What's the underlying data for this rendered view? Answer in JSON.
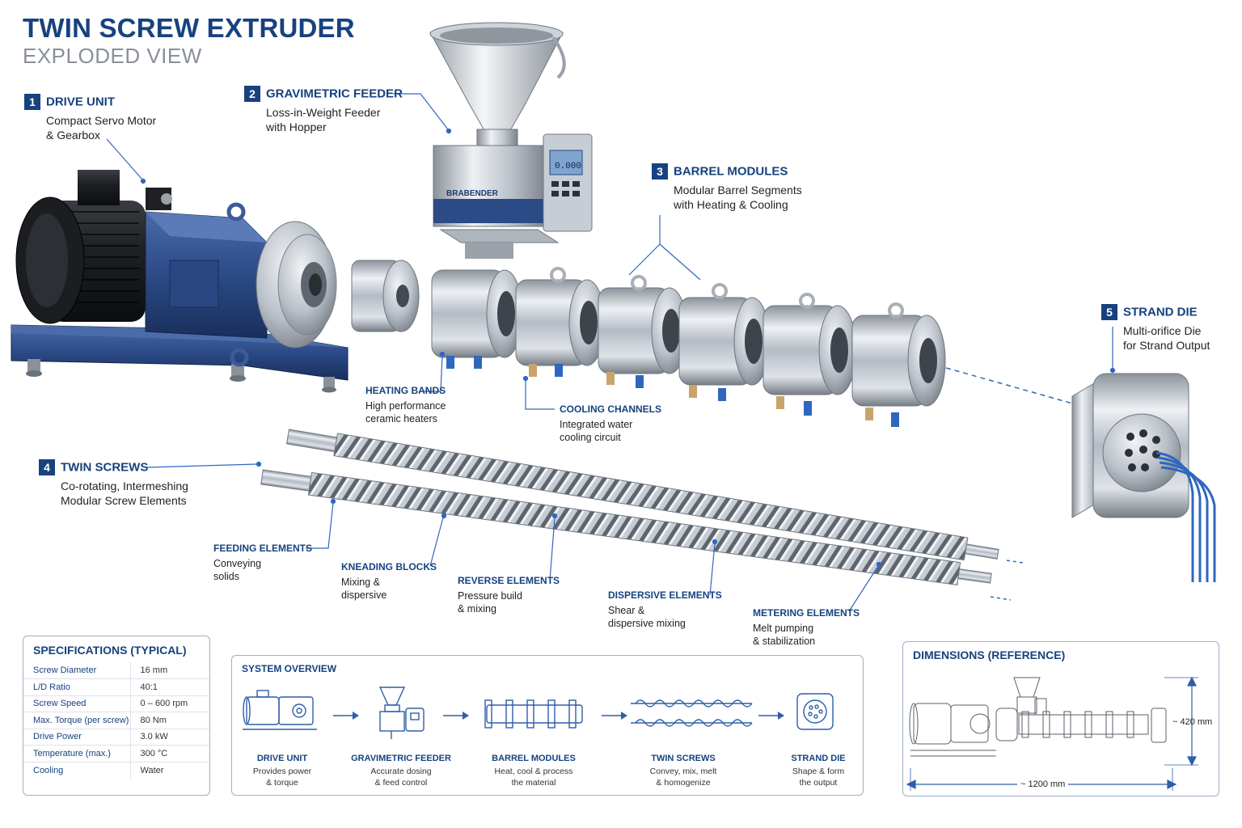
{
  "header": {
    "title": "TWIN SCREW EXTRUDER",
    "subtitle": "EXPLODED VIEW"
  },
  "callouts": [
    {
      "num": "1",
      "title": "DRIVE UNIT",
      "desc": "Compact Servo Motor\n& Gearbox"
    },
    {
      "num": "2",
      "title": "GRAVIMETRIC FEEDER",
      "desc": "Loss-in-Weight Feeder\nwith Hopper"
    },
    {
      "num": "3",
      "title": "BARREL MODULES",
      "desc": "Modular Barrel Segments\nwith Heating & Cooling"
    },
    {
      "num": "4",
      "title": "TWIN SCREWS",
      "desc": "Co-rotating, Intermeshing\nModular Screw Elements"
    },
    {
      "num": "5",
      "title": "STRAND DIE",
      "desc": "Multi-orifice Die\nfor Strand Output"
    }
  ],
  "feeder_display": {
    "brand": "BRABENDER",
    "reading": "0.000"
  },
  "barrel_tags": [
    {
      "title": "HEATING BANDS",
      "desc": "High performance\nceramic heaters"
    },
    {
      "title": "COOLING CHANNELS",
      "desc": "Integrated water\ncooling circuit"
    }
  ],
  "screw_elements": [
    {
      "title": "FEEDING ELEMENTS",
      "desc": "Conveying\nsolids"
    },
    {
      "title": "KNEADING BLOCKS",
      "desc": "Mixing &\ndispersive"
    },
    {
      "title": "REVERSE ELEMENTS",
      "desc": "Pressure build\n& mixing"
    },
    {
      "title": "DISPERSIVE ELEMENTS",
      "desc": "Shear &\ndispersive mixing"
    },
    {
      "title": "METERING ELEMENTS",
      "desc": "Melt pumping\n& stabilization"
    }
  ],
  "specifications": {
    "title": "SPECIFICATIONS (TYPICAL)",
    "rows": [
      {
        "label": "Screw Diameter",
        "value": "16 mm"
      },
      {
        "label": "L/D Ratio",
        "value": "40:1"
      },
      {
        "label": "Screw Speed",
        "value": "0 – 600 rpm"
      },
      {
        "label": "Max. Torque (per screw)",
        "value": "80 Nm"
      },
      {
        "label": "Drive Power",
        "value": "3.0 kW"
      },
      {
        "label": "Temperature (max.)",
        "value": "300 °C"
      },
      {
        "label": "Cooling",
        "value": "Water"
      }
    ]
  },
  "system_overview": {
    "title": "SYSTEM OVERVIEW",
    "steps": [
      {
        "title": "DRIVE UNIT",
        "desc": "Provides power\n& torque",
        "icon": "motor-gearbox-icon"
      },
      {
        "title": "GRAVIMETRIC FEEDER",
        "desc": "Accurate dosing\n& feed control",
        "icon": "feeder-icon"
      },
      {
        "title": "BARREL MODULES",
        "desc": "Heat, cool & process\nthe material",
        "icon": "barrel-icon"
      },
      {
        "title": "TWIN SCREWS",
        "desc": "Convey, mix, melt\n& homogenize",
        "icon": "twin-screw-icon"
      },
      {
        "title": "STRAND DIE",
        "desc": "Shape & form\nthe output",
        "icon": "die-icon"
      }
    ]
  },
  "dimensions": {
    "title": "DIMENSIONS (REFERENCE)",
    "height": "~ 420 mm",
    "length": "~ 1200 mm"
  },
  "colors": {
    "brand_blue": "#17427e",
    "steel": "#c2c8d0",
    "machine_blue": "#2b4a86",
    "accent_blue": "#2f67c0"
  }
}
